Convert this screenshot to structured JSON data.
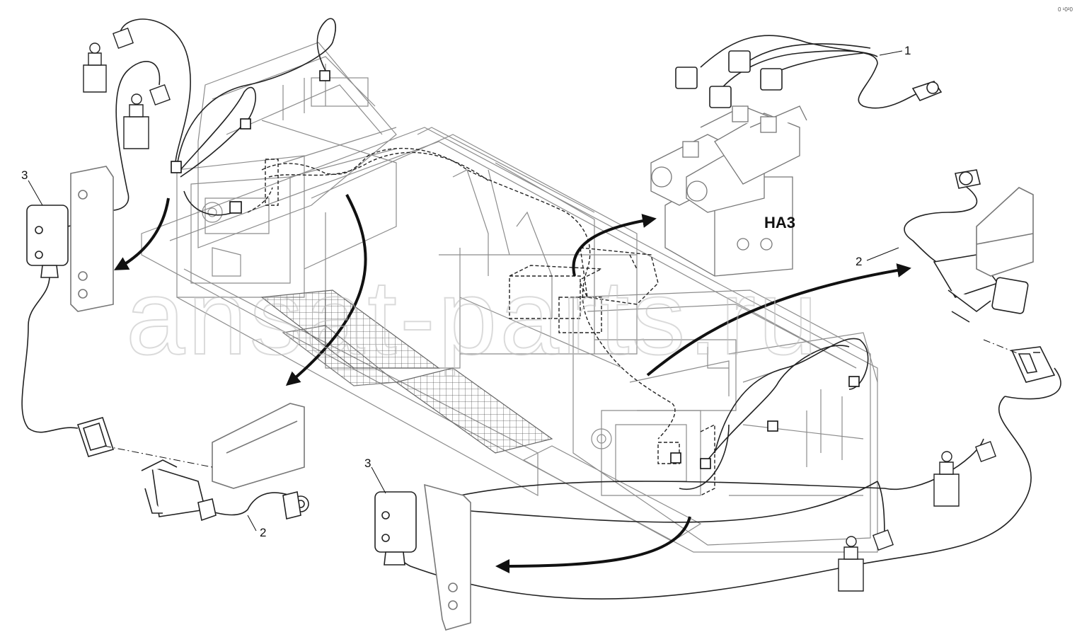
{
  "diagram": {
    "designation": "HA3",
    "callouts": [
      {
        "id": "c1",
        "label": "1"
      },
      {
        "id": "c2a",
        "label": "2"
      },
      {
        "id": "c2b",
        "label": "2"
      },
      {
        "id": "c3a",
        "label": "3"
      },
      {
        "id": "c3b",
        "label": "3"
      }
    ],
    "watermark": "ansat-parts.ru",
    "corner_mark": "0 ¹0²0"
  },
  "colors": {
    "ink": "#111111",
    "line": "#333333",
    "faint": "#9a9a9a",
    "watermark": "#bdbdbd"
  }
}
